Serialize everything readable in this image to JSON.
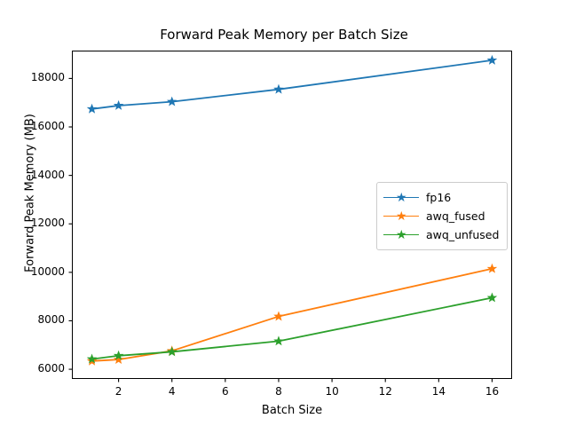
{
  "chart_data": {
    "type": "line",
    "title": "Forward Peak Memory per Batch Size",
    "xlabel": "Batch Size",
    "ylabel": "Forward Peak Memory (MB)",
    "x": [
      1,
      2,
      4,
      8,
      16
    ],
    "xlim": [
      0.25,
      16.75
    ],
    "ylim": [
      5600,
      19150
    ],
    "xticks": [
      2,
      4,
      6,
      8,
      10,
      12,
      14,
      16
    ],
    "xtick_labels": [
      "2",
      "4",
      "6",
      "8",
      "10",
      "12",
      "14",
      "16"
    ],
    "yticks": [
      6000,
      8000,
      10000,
      12000,
      14000,
      16000,
      18000
    ],
    "ytick_labels": [
      "6000",
      "8000",
      "10000",
      "12000",
      "14000",
      "16000",
      "18000"
    ],
    "grid": false,
    "marker": "star",
    "legend_position": "center right",
    "series": [
      {
        "name": "fp16",
        "color": "#1f77b4",
        "values": [
          16740,
          16880,
          17040,
          17550,
          18750
        ]
      },
      {
        "name": "awq_fused",
        "color": "#ff7f0e",
        "values": [
          6340,
          6400,
          6760,
          8180,
          10150
        ]
      },
      {
        "name": "awq_unfused",
        "color": "#2ca02c",
        "values": [
          6420,
          6560,
          6720,
          7160,
          8950
        ]
      }
    ]
  }
}
